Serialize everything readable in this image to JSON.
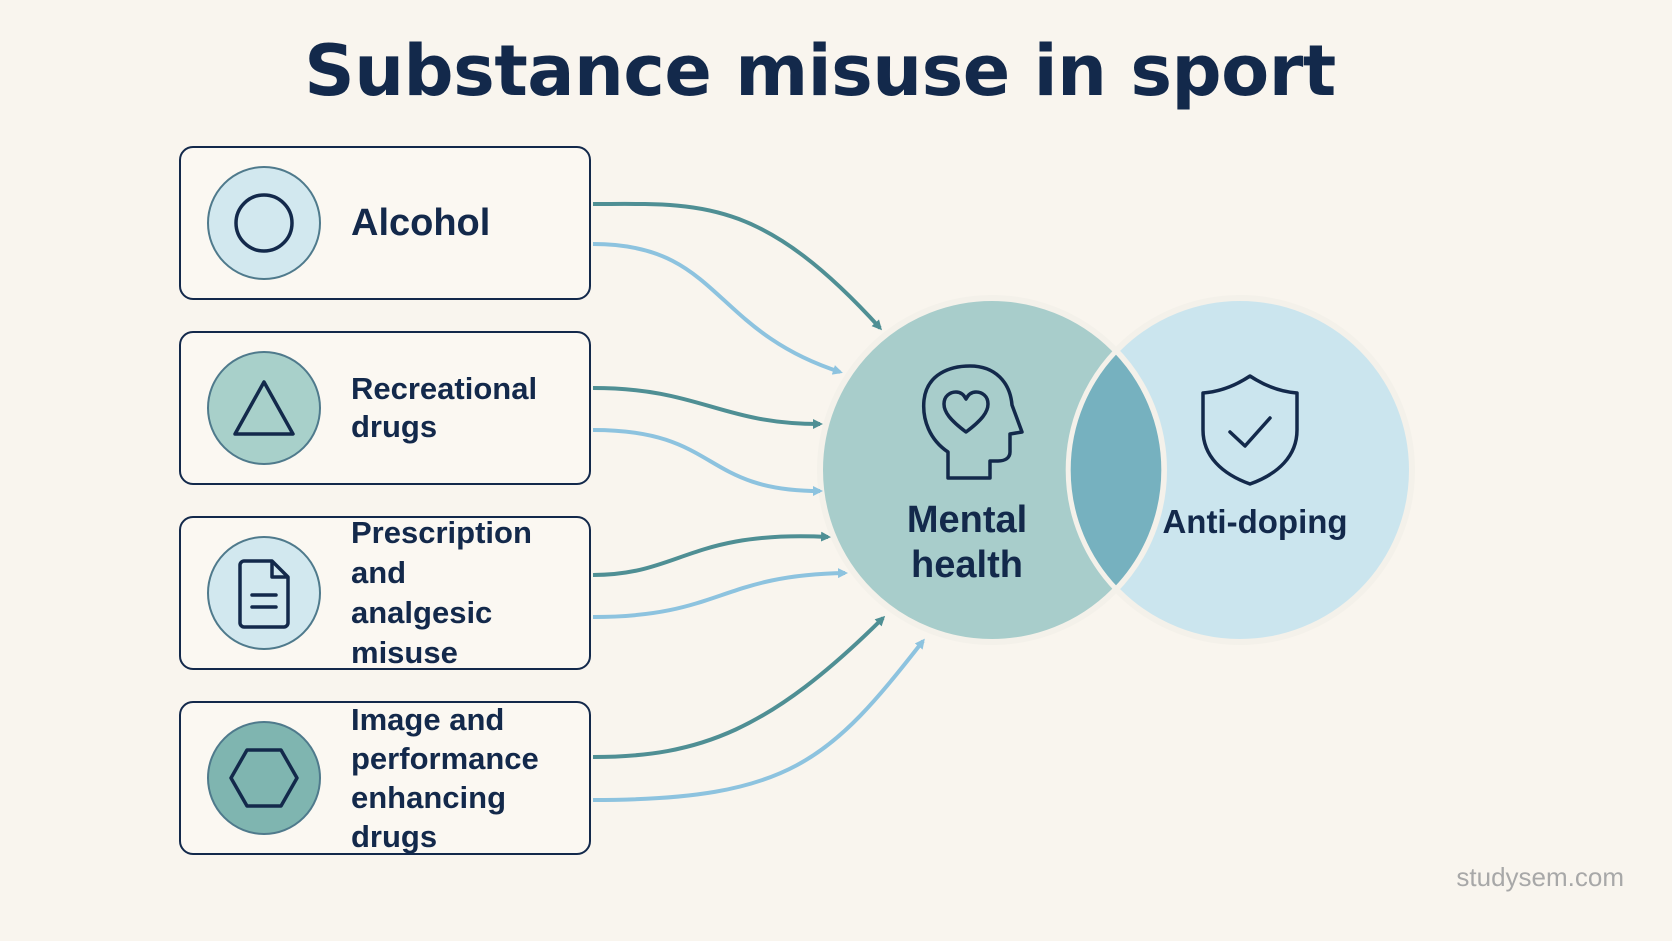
{
  "title": "Substance misuse in sport",
  "substances": [
    {
      "label": "Alcohol",
      "icon": "circle-icon"
    },
    {
      "label": "Recreational\ndrugs",
      "icon": "triangle-icon"
    },
    {
      "label": "Prescription and\nanalgesic misuse",
      "icon": "document-icon"
    },
    {
      "label": "Image and\nperformance\nenhancing drugs",
      "icon": "hexagon-icon"
    }
  ],
  "mental_health": {
    "label": "Mental\nhealth",
    "icon": "head-heart-icon"
  },
  "anti_doping": {
    "label": "Anti-doping",
    "icon": "shield-check-icon"
  },
  "footer": "studysem.com",
  "colors": {
    "navy": "#13294b",
    "dark_teal_arrow": "#4f8f94",
    "light_blue_arrow": "#8dc3df",
    "mental_health_fill": "#a8cdcb",
    "anti_doping_fill": "#cbe5ee",
    "overlap_fill": "#76b1bf",
    "badge_light": "#d2e8ef",
    "badge_teal": "#a8d0ca"
  }
}
